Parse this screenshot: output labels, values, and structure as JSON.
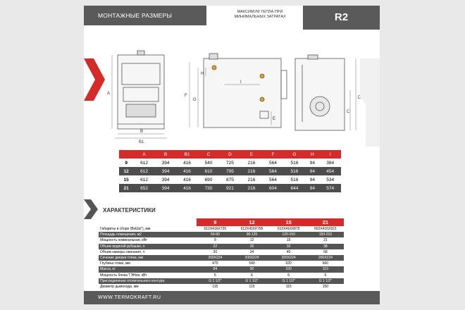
{
  "header": {
    "section_title": "МОНТАЖНЫЕ РАЗМЕРЫ",
    "tagline": "МАКСИМУМ ТЕПЛА ПРИ МИНИМАЛЬНЫХ ЗАТРАТАХ",
    "model": "R2"
  },
  "drawing_labels": {
    "a": "A",
    "b": "B",
    "b1": "B1",
    "f": "F",
    "g": "G",
    "h": "H",
    "i": "I",
    "e": "E",
    "c": "C",
    "d": "D"
  },
  "dims_table": {
    "columns": [
      "",
      "A",
      "B",
      "B1",
      "C",
      "D",
      "E",
      "F",
      "G",
      "H",
      "I"
    ],
    "rows": [
      [
        "9",
        "612",
        "394",
        "416",
        "540",
        "725",
        "216",
        "564",
        "516",
        "94",
        "384"
      ],
      [
        "12",
        "612",
        "394",
        "416",
        "610",
        "795",
        "216",
        "564",
        "516",
        "94",
        "454"
      ],
      [
        "15",
        "612",
        "394",
        "416",
        "690",
        "875",
        "216",
        "564",
        "516",
        "94",
        "534"
      ],
      [
        "21",
        "652",
        "394",
        "416",
        "730",
        "921",
        "216",
        "604",
        "644",
        "94",
        "574"
      ]
    ]
  },
  "specs": {
    "title": "ХАРАКТЕРИСТИКИ",
    "columns": [
      "9",
      "12",
      "15",
      "21"
    ],
    "rows": [
      {
        "label": "Габариты в сборе (ВхШхГ), мм",
        "values": [
          "612X416X725",
          "612X416X795",
          "612X416X875",
          "652X416X921"
        ]
      },
      {
        "label": "Площадь помещения, м2",
        "values": [
          "50-90",
          "90-120",
          "120-150",
          "150-210"
        ]
      },
      {
        "label": "Мощность номинальная, кВт",
        "values": [
          "9",
          "12",
          "15",
          "21"
        ]
      },
      {
        "label": "Объем водяной рубашки, л",
        "values": [
          "22",
          "26",
          "32",
          "38"
        ]
      },
      {
        "label": "Объем камеры сжигания, л",
        "values": [
          "30",
          "34",
          "40",
          "58"
        ]
      },
      {
        "label": "Сечение дверки топки, мм",
        "values": [
          "200X224",
          "200X224",
          "200X224",
          "200X224"
        ]
      },
      {
        "label": "Глубина топки, мм",
        "values": [
          "470",
          "540",
          "620",
          "660"
        ]
      },
      {
        "label": "Масса, кг",
        "values": [
          "84",
          "90",
          "100",
          "119"
        ]
      },
      {
        "label": "Мощность блока ТЭНов, кВт",
        "values": [
          "6",
          "6",
          "6",
          "6"
        ]
      },
      {
        "label": "Присоединение отопительного контура",
        "values": [
          "G 1 1/2\"",
          "G 1 1/2\"",
          "G 1 1/2\"",
          "G 1 1/2\""
        ]
      },
      {
        "label": "Диаметр дымохода, мм",
        "values": [
          "115",
          "115",
          "115",
          "150"
        ]
      }
    ]
  },
  "footer": {
    "site": "WWW.TERMOKRAFT.RU"
  },
  "colors": {
    "accent": "#d52b2b",
    "dark": "#5a5a5a"
  }
}
